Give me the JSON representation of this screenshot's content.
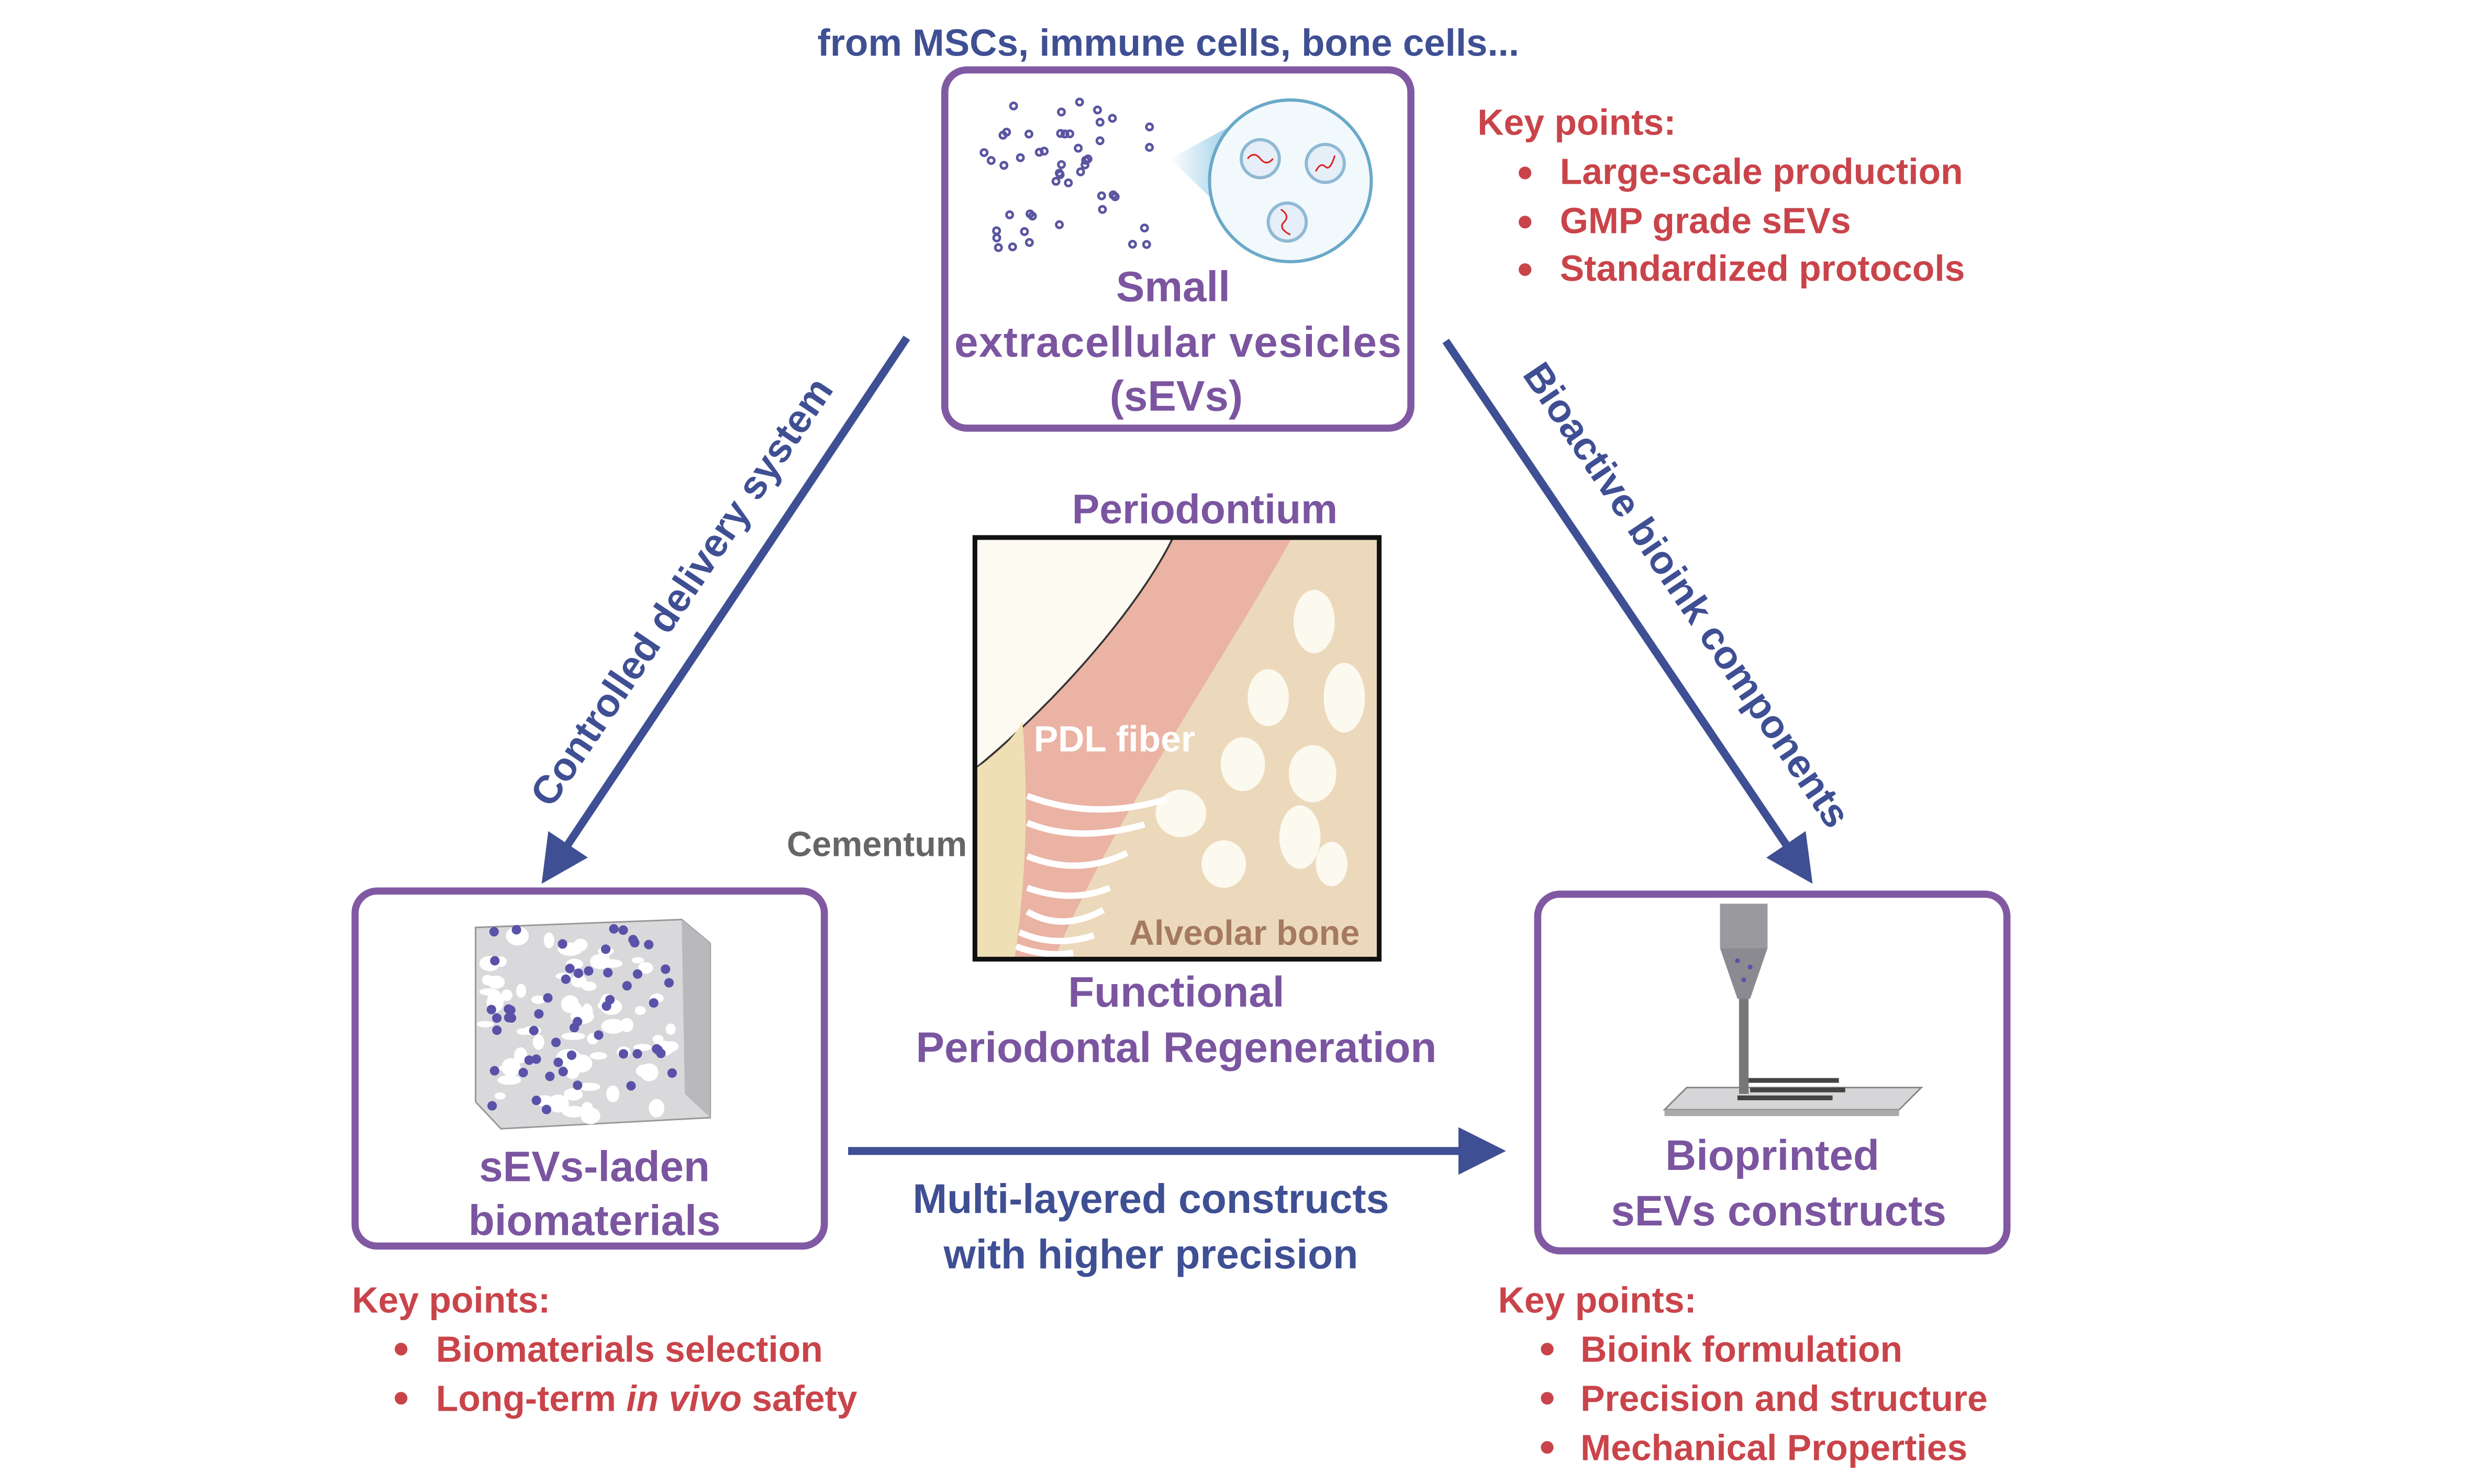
{
  "source_note": "from MSCs, immune cells, bone cells...",
  "top_box": {
    "line1": "Small",
    "line2": "extracellular vesicles",
    "line3": "(sEVs)"
  },
  "top_keypoints": {
    "title": "Key points:",
    "items": [
      "Large-scale production",
      "GMP grade sEVs",
      "Standardized protocols"
    ]
  },
  "left_arrow_label": "Controlled delivery system",
  "right_arrow_label": "Bioactive bioink components",
  "center": {
    "title": "Periodontium",
    "pdl": "PDL fiber",
    "cementum": "Cementum",
    "bone": "Alveolar bone",
    "caption1": "Functional",
    "caption2": "Periodontal Regeneration"
  },
  "left_box": {
    "line1": "sEVs-laden",
    "line2": "biomaterials"
  },
  "right_box": {
    "line1": "Bioprinted",
    "line2": "sEVs constructs"
  },
  "bottom_arrow_label": {
    "line1": "Multi-layered constructs",
    "line2": "with higher precision"
  },
  "left_keypoints": {
    "title": "Key points:",
    "items": [
      "Biomaterials selection"
    ],
    "item2_pre": "Long-term ",
    "item2_italic": "in vivo",
    "item2_post": " safety"
  },
  "right_keypoints": {
    "title": "Key points:",
    "items": [
      "Bioink formulation",
      "Precision and structure",
      "Mechanical Properties"
    ]
  },
  "colors": {
    "purple": "#7b55a0",
    "blue": "#3f4f93",
    "red": "#c9444a",
    "box_border": "#8159a3"
  }
}
